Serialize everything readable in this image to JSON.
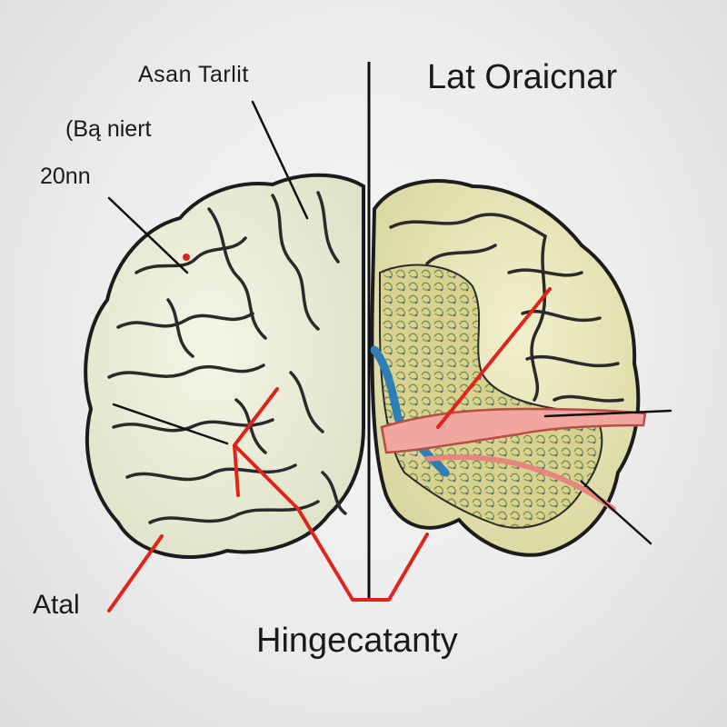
{
  "labels": {
    "top_left": "Asan Tarlit",
    "left_2": "(Bą niert",
    "left_3": "20nn",
    "top_right": "Lat Oraicnar",
    "bottom_left": "Atal",
    "bottom_center": "Hingecatanty"
  },
  "colors": {
    "left_hemisphere_fill": "#eef0dc",
    "right_hemisphere_fill": "#ecebbf",
    "outline": "#1c1c1c",
    "leader_line": "#101010",
    "red_pointer": "#e0241c",
    "vessel_pink": "#f2a6a0",
    "vessel_blue": "#2d7fb5",
    "inner_tissue": "#d7d08e"
  }
}
